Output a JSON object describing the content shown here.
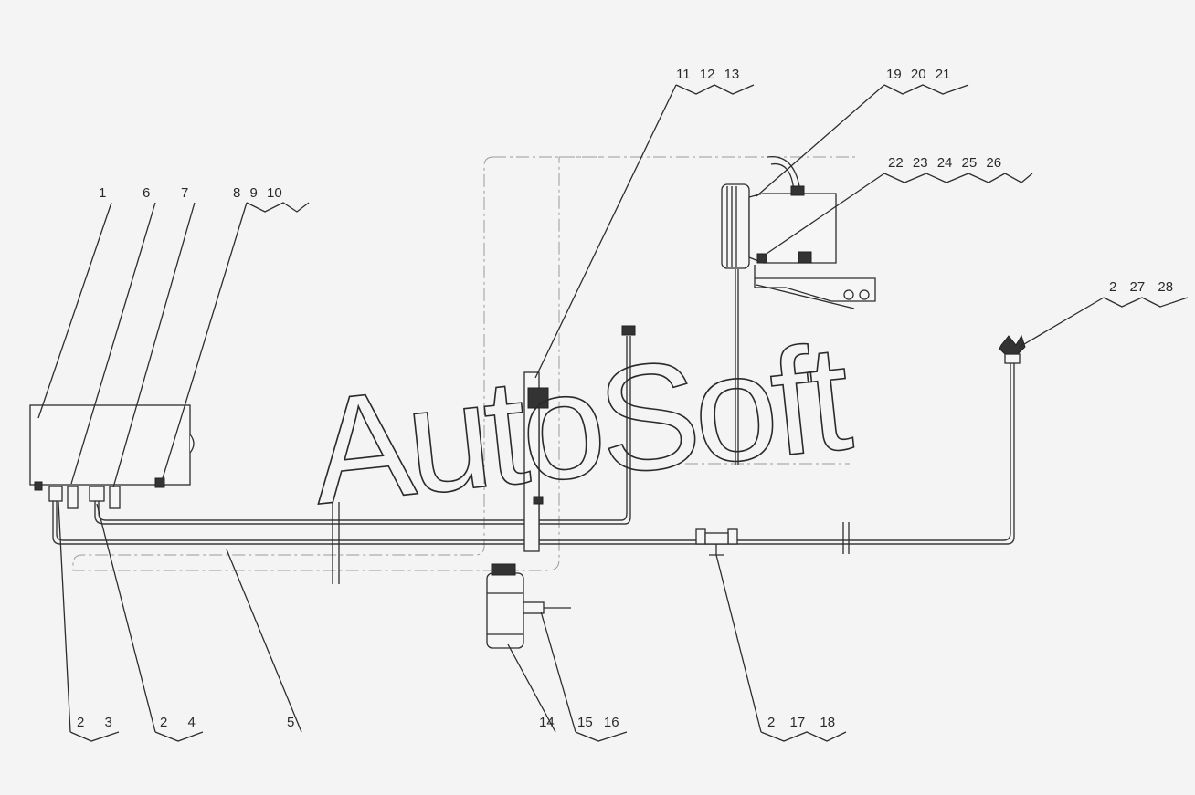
{
  "watermark": "AutoSoft",
  "callouts": [
    {
      "id": "c1",
      "text": "1"
    },
    {
      "id": "c6",
      "text": "6"
    },
    {
      "id": "c7",
      "text": "7"
    },
    {
      "id": "c8",
      "text": "8 9 10"
    },
    {
      "id": "c11",
      "text": "11 12 13"
    },
    {
      "id": "c19",
      "text": "19 20 21"
    },
    {
      "id": "c22",
      "text": "22 23 24 25 26"
    },
    {
      "id": "c2a",
      "text": "2 27 28"
    },
    {
      "id": "c2b",
      "text": "2 3"
    },
    {
      "id": "c2c",
      "text": "2 4"
    },
    {
      "id": "c5",
      "text": "5"
    },
    {
      "id": "c14",
      "text": "14"
    },
    {
      "id": "c15",
      "text": "15 16"
    },
    {
      "id": "c17",
      "text": "2 17 18"
    }
  ]
}
